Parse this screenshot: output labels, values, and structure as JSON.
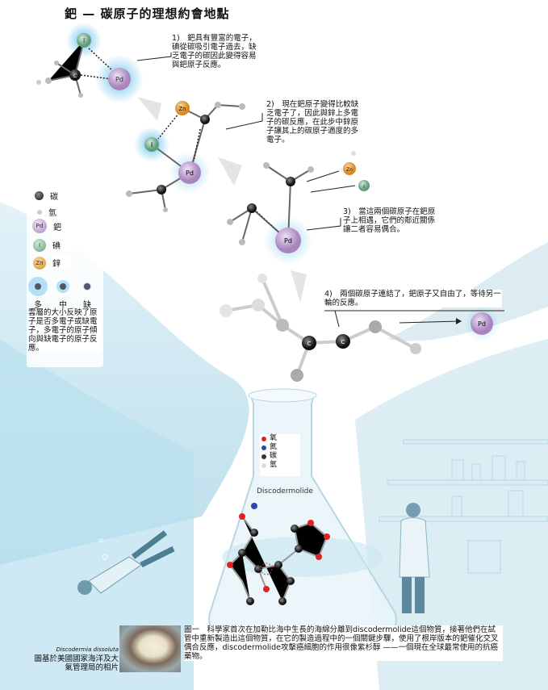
{
  "title": "鈀 — 碳原子的理想約會地點",
  "steps": [
    {
      "text": "1)　鈀具有豐富的電子，碘從碳吸引電子過去，缺乏電子的碳因此變得容易與鈀原子反應。"
    },
    {
      "text": "2)　現在鈀原子變得比較缺乏電子了，因此與鋅上多電子的碳反應，在此步中鋅原子讓其上的碳原子適度的多電子。"
    },
    {
      "text": "3)　當這兩個碳原子在鈀原子上相遇，它們的鄰近關係讓二者容易偶合。"
    },
    {
      "text": "4)　兩個碳原子連結了，鈀原子又自由了，等待另一輪的反應。"
    }
  ],
  "atoms": {
    "carbon": "C",
    "palladium": "Pd",
    "iodine": "I",
    "zinc": "Zn"
  },
  "legend": {
    "items": [
      {
        "symbol": "",
        "label": "碳"
      },
      {
        "symbol": "",
        "label": "氫"
      },
      {
        "symbol": "Pd",
        "label": "鈀"
      },
      {
        "symbol": "I",
        "label": "碘"
      },
      {
        "symbol": "Zn",
        "label": "鋅"
      }
    ],
    "glow_labels": [
      "多",
      "中",
      "缺"
    ],
    "description": "雲層的大小反映了原子是否多電子或缺電子，多電子的原子傾向與缺電子的原子反應。"
  },
  "flask_legend": [
    "氧",
    "氮",
    "碳",
    "氫"
  ],
  "molecule_name": "Discodermolide",
  "caption": "圖一　科學家首次在加勒比海中生長的海綿分離到discodermolide這個物質，接著他們在試管中重新製造出這個物質，在它的製造過程中的一個關鍵步驟，使用了根岸版本的鈀催化交叉偶合反應，discodermolide攻擊癌細胞的作用很像紫杉醇 ——一個現在全球最常使用的抗癌藥物。",
  "photo_species": "Discodermia dissoluta",
  "photo_credit": "圖基於美國國家海洋及大氣管理局的相片",
  "colors": {
    "pd": "#c9a9d6",
    "i": "#8fbfa0",
    "zn": "#e8a040",
    "glow": "#6cc4ee",
    "water": "#bfe0ee"
  }
}
